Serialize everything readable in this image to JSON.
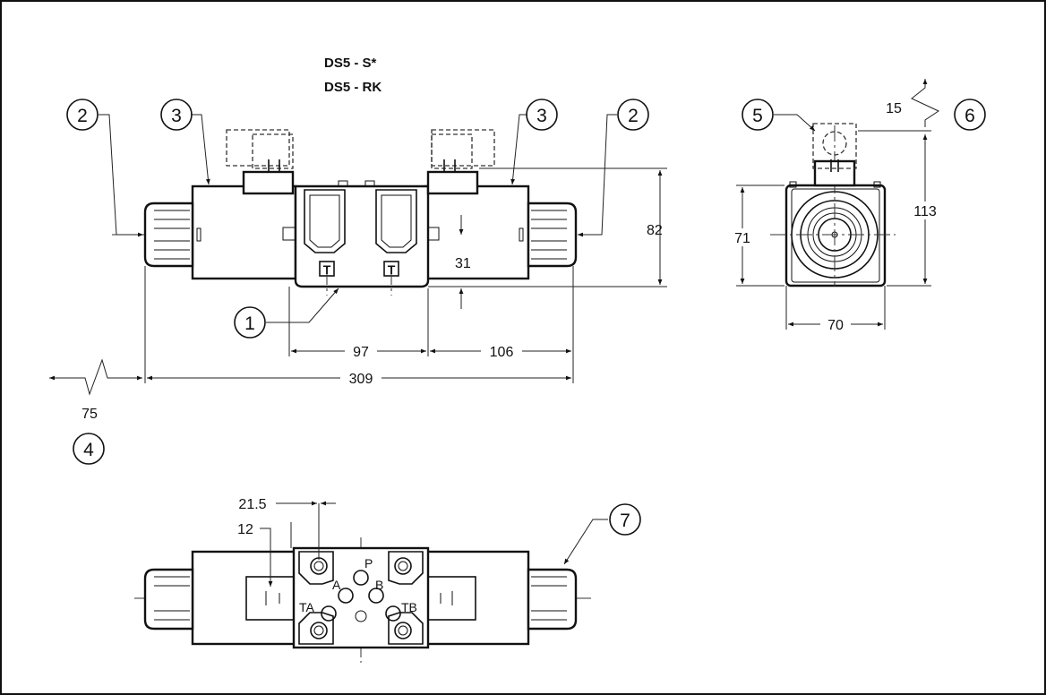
{
  "title": {
    "line1": "DS5 - S*",
    "line2": "DS5 - RK"
  },
  "callouts": [
    "1",
    "2",
    "3",
    "4",
    "5",
    "6",
    "7"
  ],
  "dimensions": {
    "height_82": "82",
    "offset_31": "31",
    "width_97": "97",
    "width_106": "106",
    "length_309": "309",
    "extra_75": "75",
    "height_71": "71",
    "width_70": "70",
    "height_113": "113",
    "extra_15": "15",
    "offset_21_5": "21.5",
    "offset_12": "12"
  },
  "ports": {
    "p": "P",
    "a": "A",
    "b": "B",
    "ta": "TA",
    "tb": "TB",
    "t_label": "T"
  }
}
